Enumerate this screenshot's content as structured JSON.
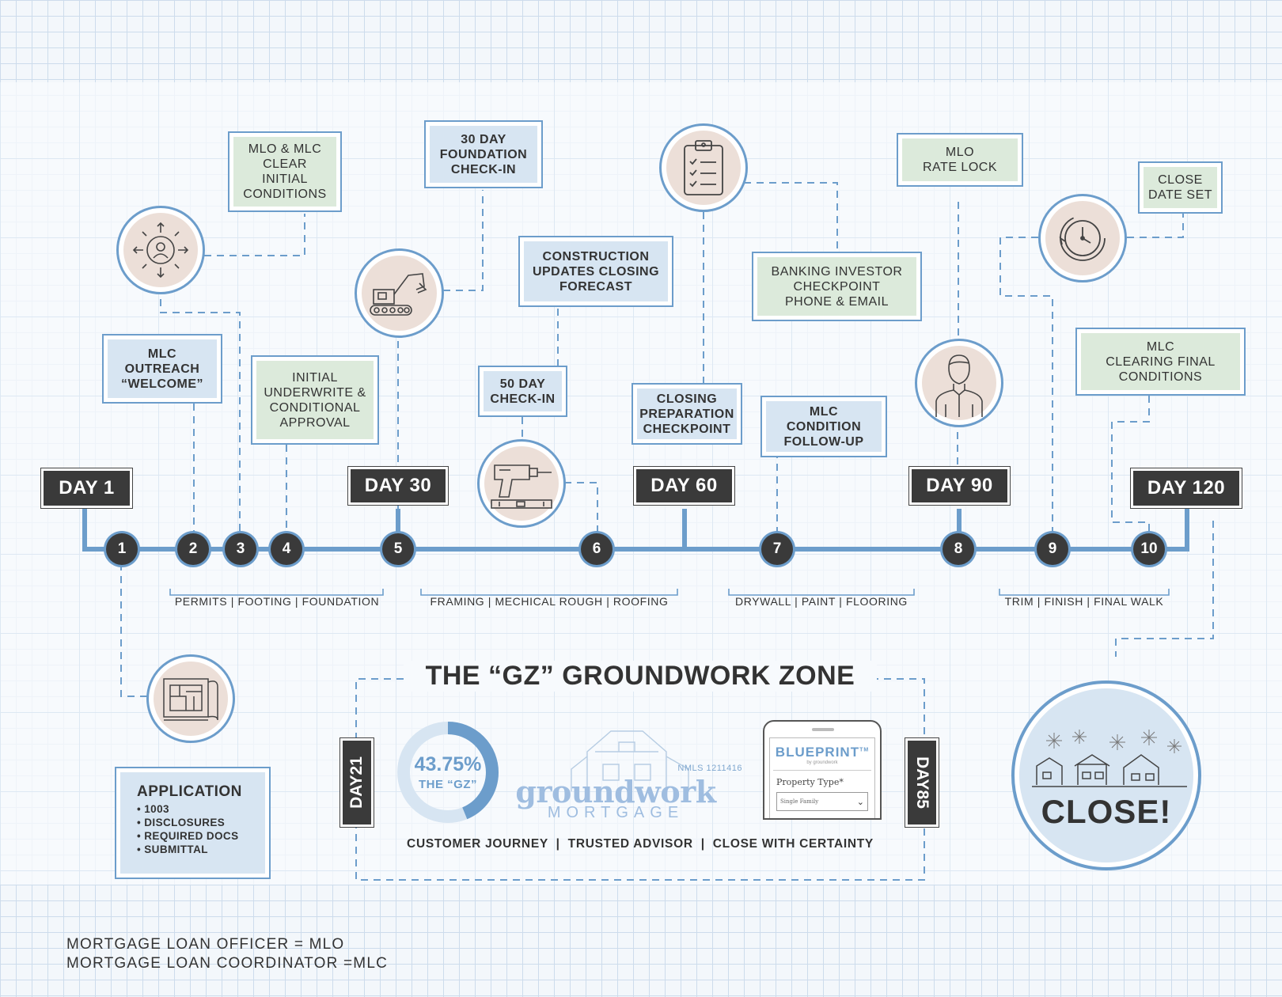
{
  "legend": {
    "line1": "MORTGAGE LOAN OFFICER = MLO",
    "line2": "MORTGAGE LOAN COORDINATOR =MLC"
  },
  "days": [
    "DAY 1",
    "DAY 30",
    "DAY 60",
    "DAY 90",
    "DAY 120"
  ],
  "steps": [
    "1",
    "2",
    "3",
    "4",
    "5",
    "6",
    "7",
    "8",
    "9",
    "10"
  ],
  "phases": [
    "PERMITS | FOOTING | FOUNDATION",
    "FRAMING | MECHICAL ROUGH | ROOFING",
    "DRYWALL | PAINT | FLOORING",
    "TRIM | FINISH | FINAL WALK"
  ],
  "milestones": {
    "mlo_mlc_clear": "MLO & MLC\nCLEAR\nINITIAL\nCONDITIONS",
    "foundation_checkin": "30 DAY\nFOUNDATION\nCHECK-IN",
    "construction_updates": "CONSTRUCTION\nUPDATES CLOSING\nFORECAST",
    "banking_investor": "BANKING INVESTOR\nCHECKPOINT\nPHONE & EMAIL",
    "rate_lock": "MLO\nRATE LOCK",
    "close_date": "CLOSE\nDATE SET",
    "mlc_outreach": "MLC\nOUTREACH\n“WELCOME”",
    "initial_underwrite": "INITIAL\nUNDERWRITE &\nCONDITIONAL\nAPPROVAL",
    "fifty_day": "50 DAY\nCHECK-IN",
    "closing_prep": "CLOSING\nPREPARATION\nCHECKPOINT",
    "condition_followup": "MLC\nCONDITION\nFOLLOW-UP",
    "clearing_final": "MLC\nCLEARING FINAL\nCONDITIONS"
  },
  "application": {
    "title": "APPLICATION",
    "items": [
      "• 1003",
      "• DISCLOSURES",
      "• REQUIRED DOCS",
      "• SUBMITTAL"
    ]
  },
  "gz": {
    "title": "THE “GZ” GROUNDWORK ZONE",
    "day_start": "DAY21",
    "day_end": "DAY85",
    "percent": "43.75%",
    "percent_label": "THE “GZ”",
    "tagline": "CUSTOMER JOURNEY  |  TRUSTED ADVISOR  |  CLOSE WITH CERTAINTY",
    "progress": 0.4375
  },
  "brand": {
    "name": "groundwork",
    "sub": "MORTGAGE",
    "nmls": "NMLS 1211416"
  },
  "blueprint": {
    "title": "BLUEPRINT",
    "tm": "TM",
    "by": "by groundwork",
    "field_label": "Property Type*",
    "field_value": "Single Family"
  },
  "close": {
    "label": "CLOSE!"
  },
  "icons": [
    "target-person-icon",
    "excavator-icon",
    "clipboard-icon",
    "clock-icon",
    "drill-level-icon",
    "person-icon",
    "blueprint-plans-icon",
    "houses-fireworks-icon"
  ],
  "colors": {
    "accent": "#6c9dcb",
    "dark": "#3a3a3a",
    "green": "#dceadb",
    "blue": "#d7e5f2",
    "tan": "#ecdfd8"
  }
}
